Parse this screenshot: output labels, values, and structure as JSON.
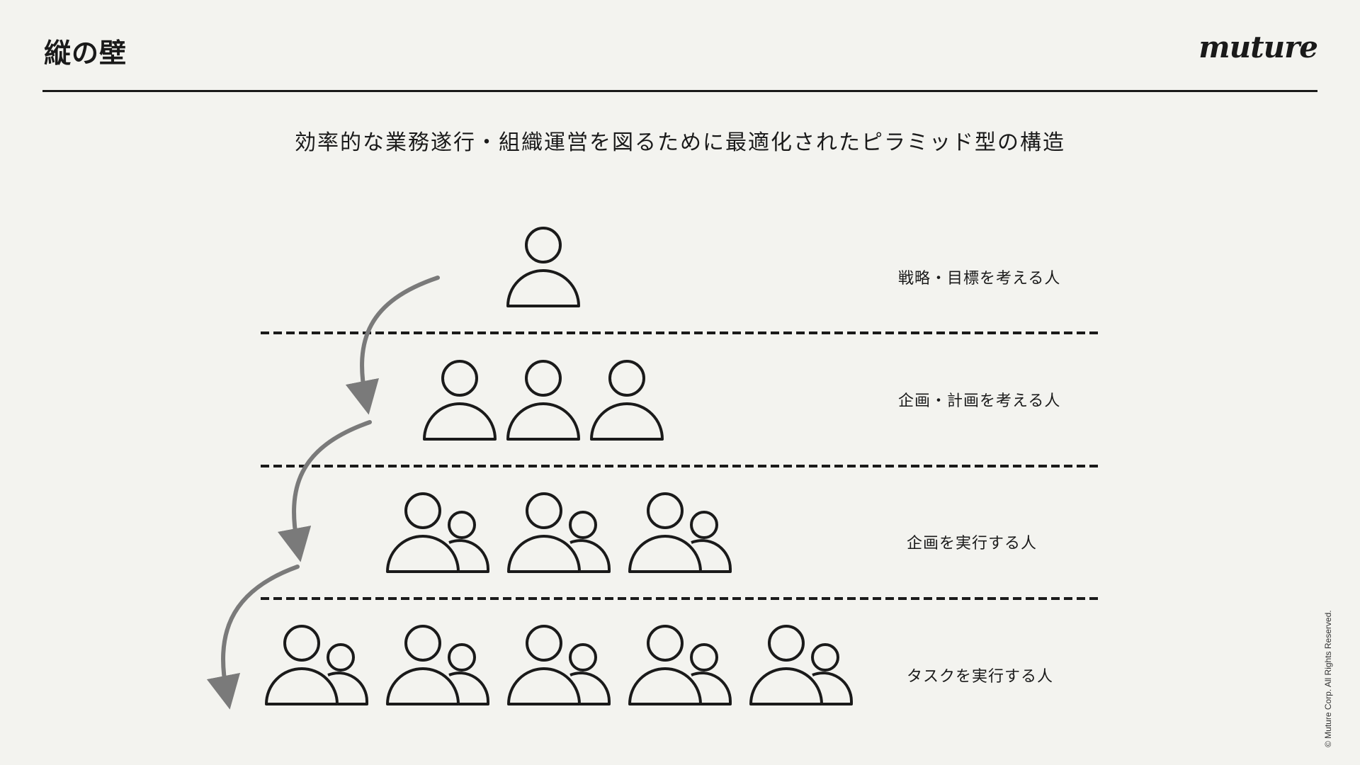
{
  "header": {
    "title": "縦の壁",
    "logo": "muture"
  },
  "subtitle": "効率的な業務遂行・組織運営を図るために最適化されたピラミッド型の構造",
  "tiers": [
    {
      "label": "戦略・目標を考える人",
      "people": 1,
      "icon": "single-person-icon"
    },
    {
      "label": "企画・計画を考える人",
      "people": 3,
      "icon": "single-person-icon"
    },
    {
      "label": "企画を実行する人",
      "people": 3,
      "icon": "person-pair-icon"
    },
    {
      "label": "タスクを実行する人",
      "people": 5,
      "icon": "person-pair-icon"
    }
  ],
  "footer": {
    "copyright": "© Muture Corp. All Rights Reserved."
  },
  "colors": {
    "background": "#f3f3ef",
    "ink": "#1a1a1a",
    "arrow": "#7a7a7a"
  }
}
